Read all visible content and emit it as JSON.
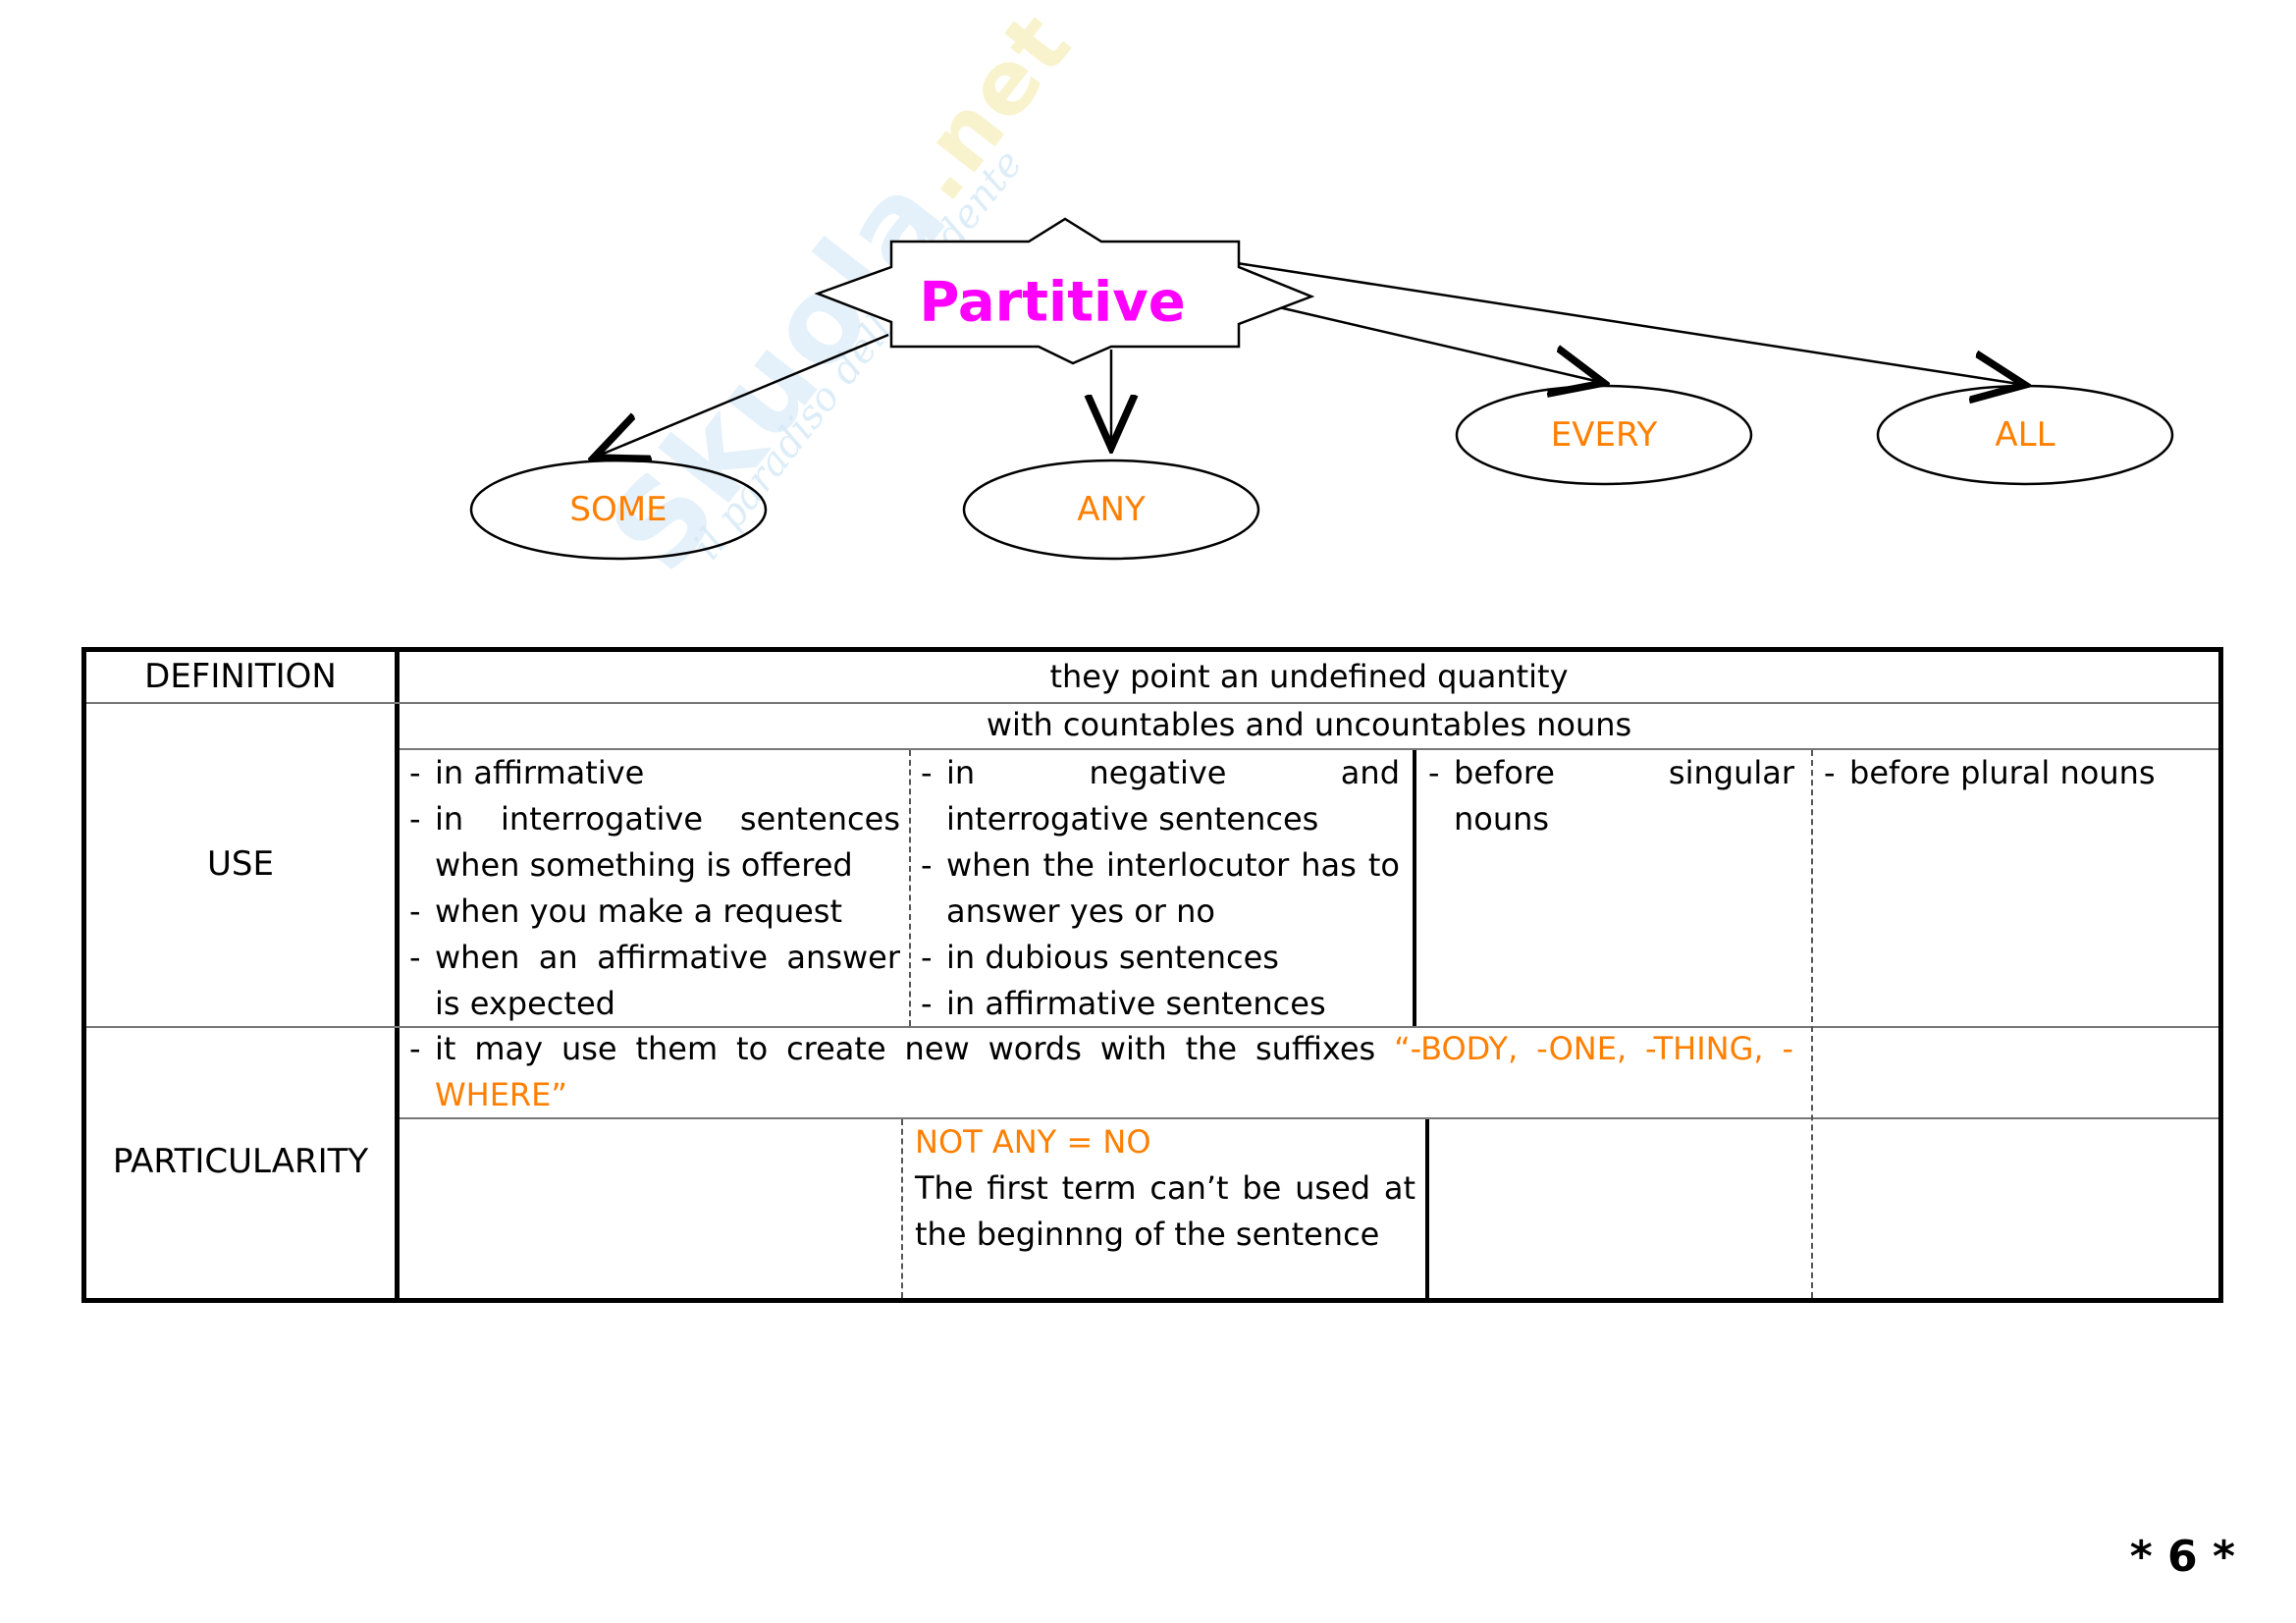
{
  "watermark": {
    "brand": "Skuola",
    "tld": ".net",
    "tagline": "il paradiso dello studente"
  },
  "diagram": {
    "center": "Partitive",
    "nodes": [
      {
        "id": "some",
        "label": "SOME"
      },
      {
        "id": "any",
        "label": "ANY"
      },
      {
        "id": "every",
        "label": "EVERY"
      },
      {
        "id": "all",
        "label": "ALL"
      }
    ]
  },
  "table": {
    "row_headers": {
      "definition": "DEFINITION",
      "use": "USE",
      "particularity": "PARTICULARITY"
    },
    "definition": "they point an undefined quantity",
    "use_general": "with countables and uncountables nouns",
    "use_some": [
      "in affirmative",
      "in interrogative sentences when something is offered",
      "when you make a request",
      "when an affirmative answer is expected"
    ],
    "use_any": [
      "in negative and interrogative sentences",
      "when the interlocutor has to answer yes or no",
      "in dubious sentences",
      "in affirmative sentences"
    ],
    "use_every": [
      "before singular nouns"
    ],
    "use_all": [
      "before plural nouns"
    ],
    "particularity_suffix_text": "it may use them to create new words with the suffixes ",
    "particularity_suffixes": "“-BODY, -ONE, -THING, -WHERE”",
    "particularity_any_title": "NOT ANY = NO",
    "particularity_any_note": "The first term can’t be used at the beginnng of the sentence"
  },
  "page_number": "* 6 *",
  "colors": {
    "accent": "#ff7f00",
    "title": "#ff00ff"
  }
}
